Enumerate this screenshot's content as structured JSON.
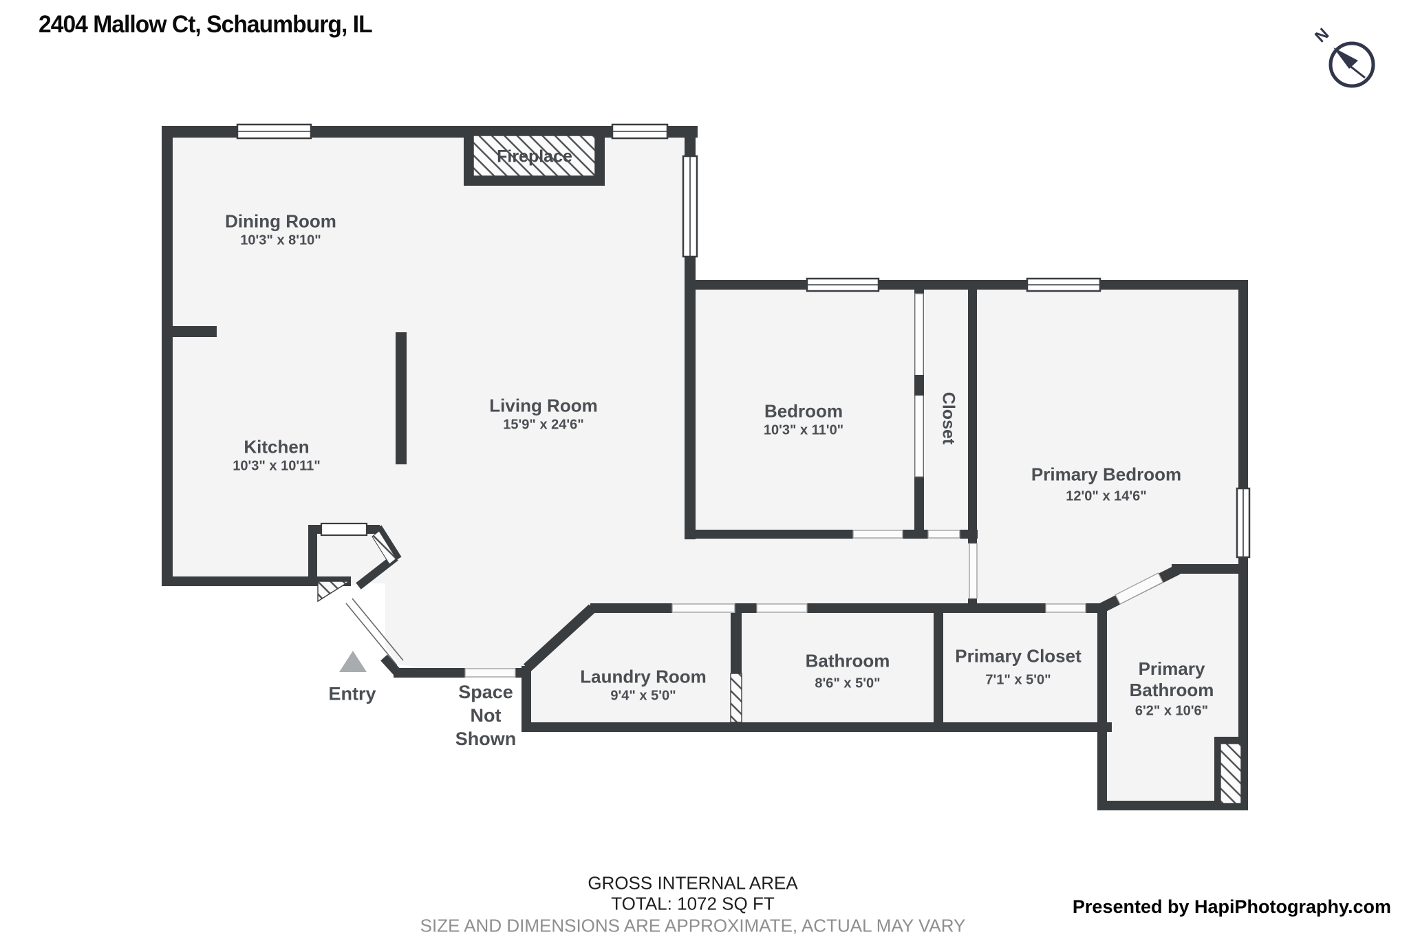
{
  "title": "2404 Mallow Ct, Schaumburg, IL",
  "compass": {
    "label": "N"
  },
  "rooms": {
    "dining": {
      "name": "Dining Room",
      "dims": "10'3\" x 8'10\""
    },
    "kitchen": {
      "name": "Kitchen",
      "dims": "10'3\" x 10'11\""
    },
    "living": {
      "name": "Living Room",
      "dims": "15'9\" x 24'6\""
    },
    "bedroom": {
      "name": "Bedroom",
      "dims": "10'3\" x 11'0\""
    },
    "closet": {
      "name": "Closet"
    },
    "primary_bedroom": {
      "name": "Primary Bedroom",
      "dims": "12'0\" x 14'6\""
    },
    "laundry": {
      "name": "Laundry Room",
      "dims": "9'4\" x 5'0\""
    },
    "bathroom": {
      "name": "Bathroom",
      "dims": "8'6\" x 5'0\""
    },
    "primary_closet": {
      "name": "Primary Closet",
      "dims": "7'1\" x 5'0\""
    },
    "primary_bathroom": {
      "name": "Primary Bathroom",
      "dims": "6'2\" x 10'6\""
    }
  },
  "features": {
    "fireplace": "Fireplace",
    "entry": "Entry",
    "space_not_shown": "Space Not Shown"
  },
  "footer": {
    "line1": "GROSS INTERNAL AREA",
    "line2": "TOTAL: 1072 SQ FT",
    "line3": "SIZE AND DIMENSIONS ARE APPROXIMATE, ACTUAL MAY VARY",
    "credit": "Presented by HapiPhotography.com"
  },
  "colors": {
    "wall": "#3a3d40",
    "floor": "#f4f4f5",
    "room_text": "#4b4e52",
    "muted_text": "#8f8f8f",
    "compass": "#31364b",
    "entry_marker": "#a9acae"
  }
}
